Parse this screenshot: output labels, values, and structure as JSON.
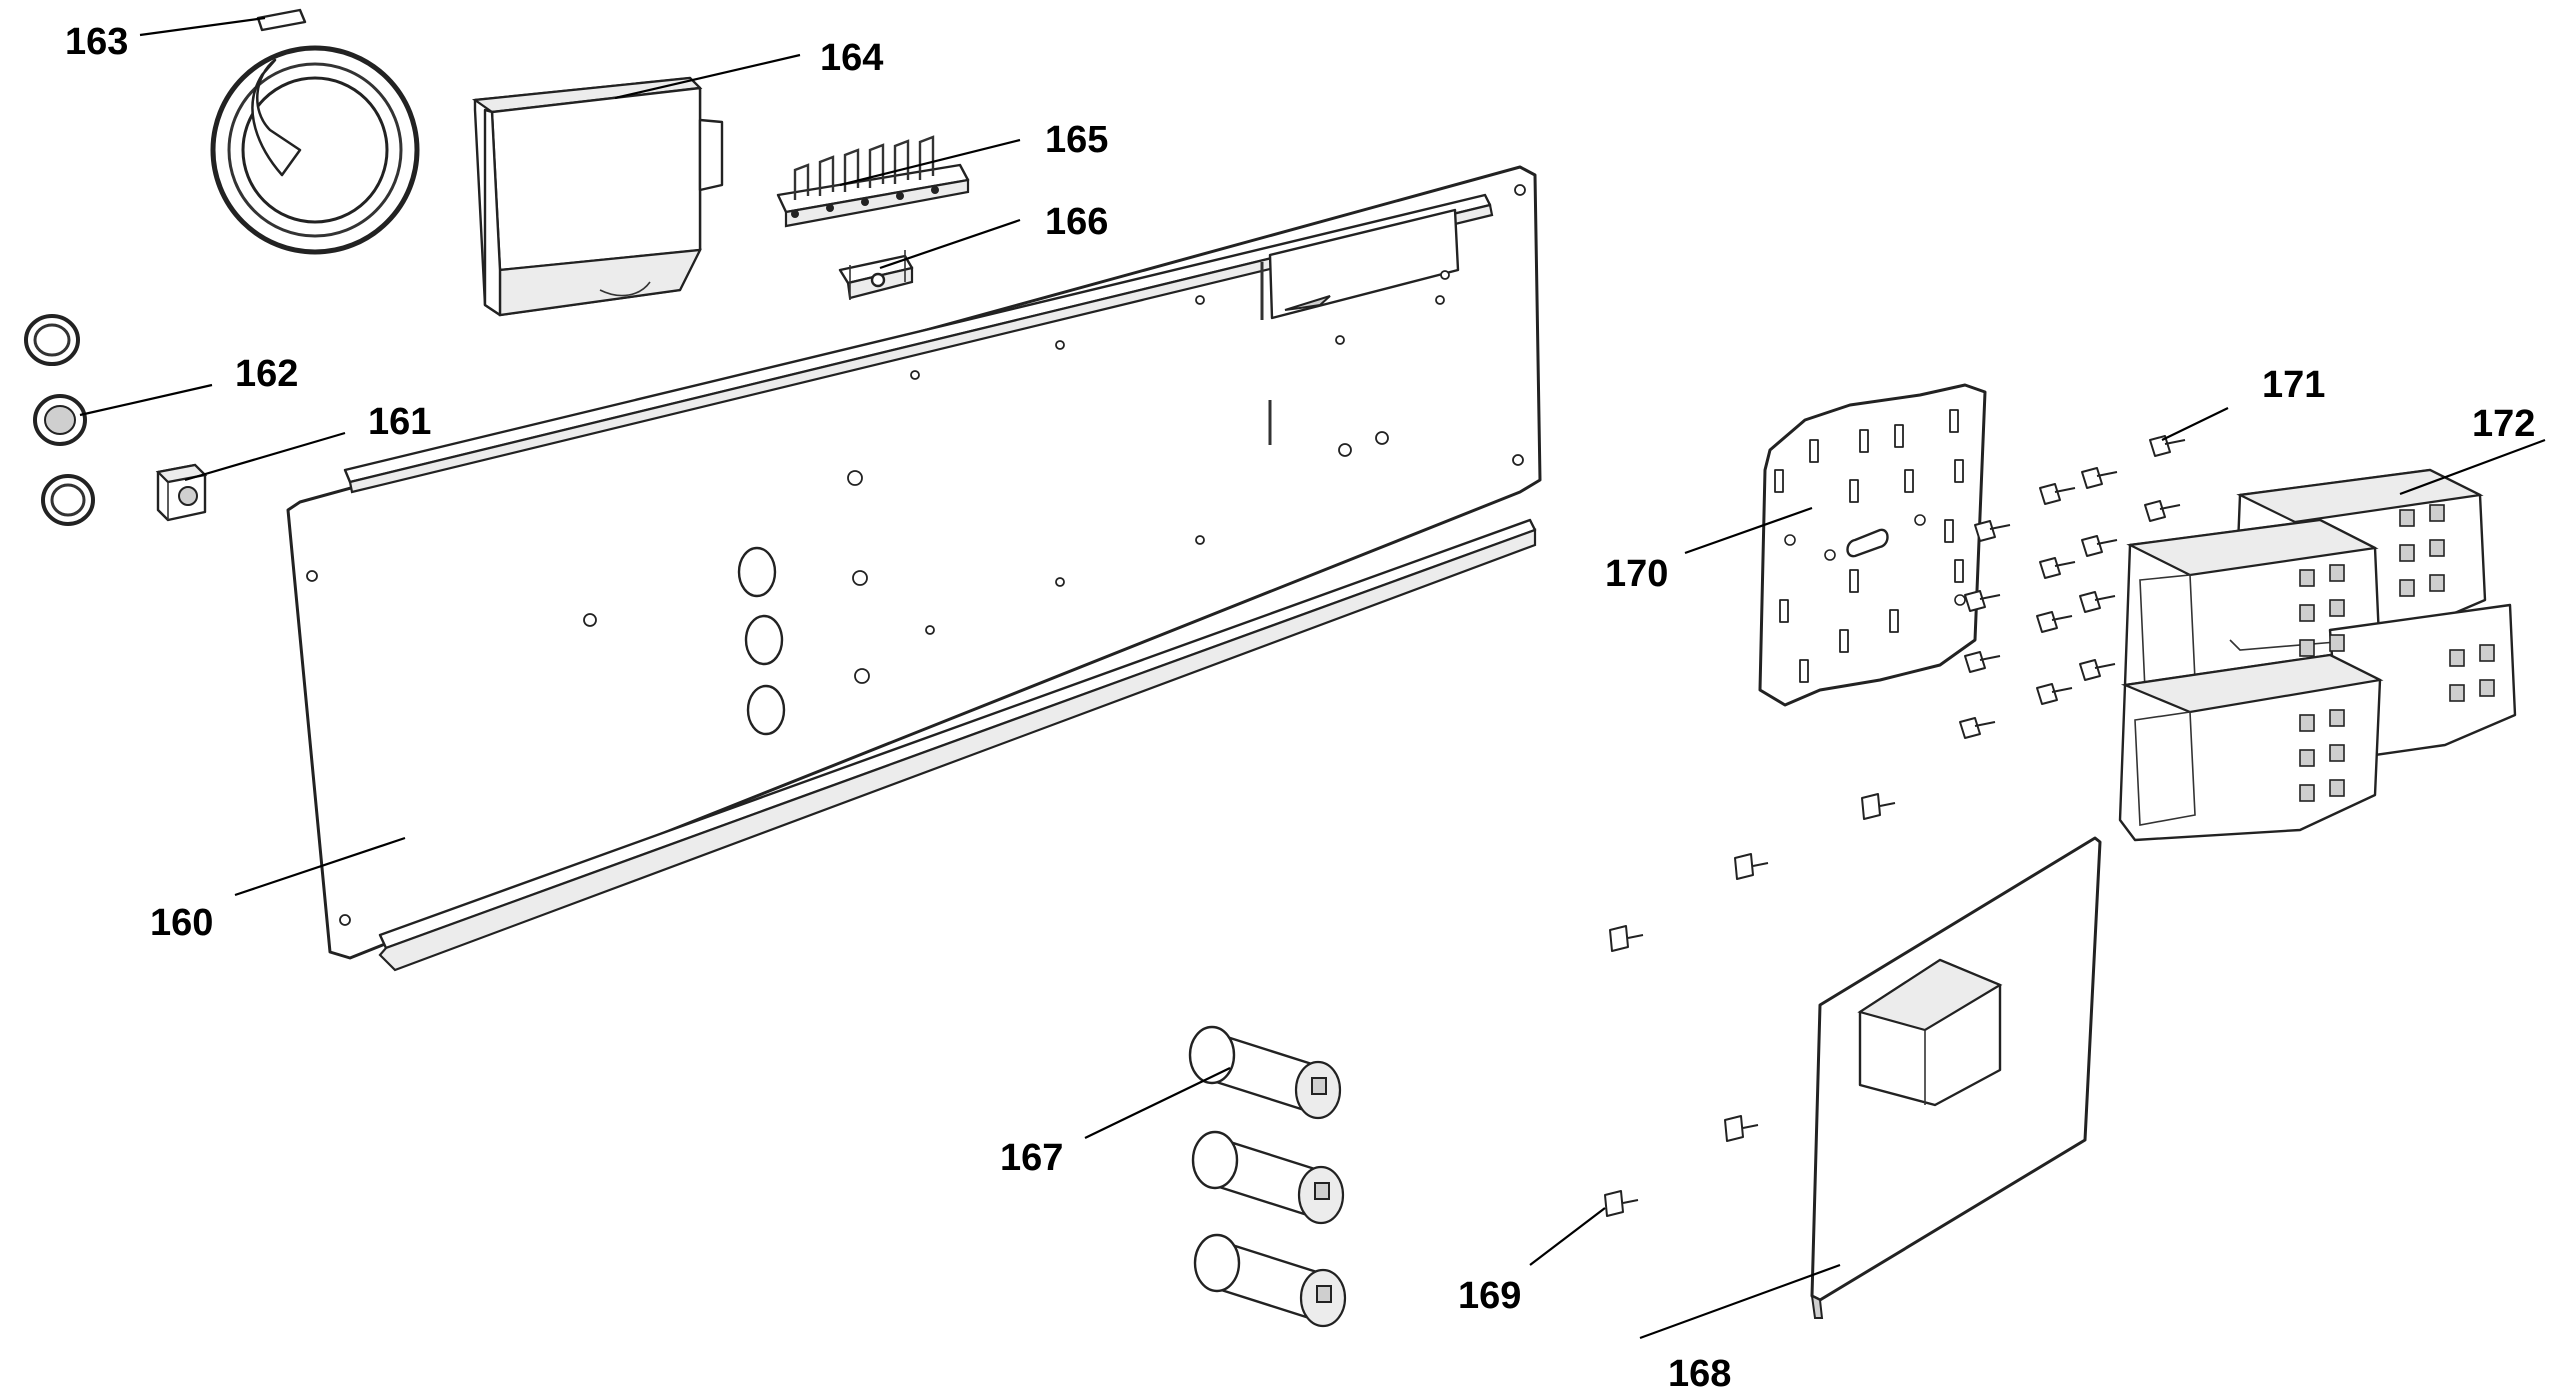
{
  "diagram": {
    "labels": {
      "p160": "160",
      "p161": "161",
      "p162": "162",
      "p163": "163",
      "p164": "164",
      "p165": "165",
      "p166": "166",
      "p167": "167",
      "p168": "168",
      "p169": "169",
      "p170": "170",
      "p171": "171",
      "p172": "172"
    }
  }
}
